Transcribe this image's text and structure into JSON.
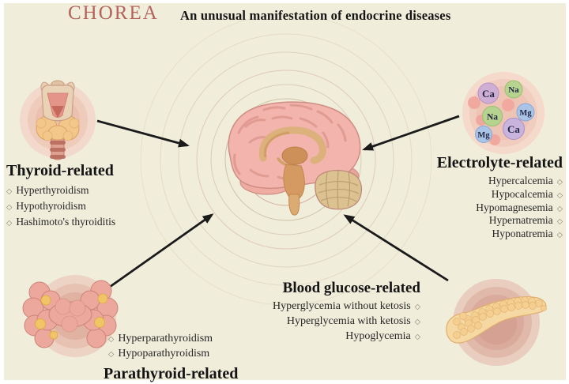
{
  "header": {
    "title": "CHOREA",
    "subtitle": "An unusual manifestation of endocrine diseases"
  },
  "bullet": "◇",
  "sections": {
    "thyroid": {
      "heading": "Thyroid-related",
      "items": [
        "Hyperthyroidism",
        "Hypothyroidism",
        "Hashimoto's thyroiditis"
      ]
    },
    "electrolyte": {
      "heading": "Electrolyte-related",
      "items": [
        "Hypercalcemia",
        "Hypocalcemia",
        "Hypomagnesemia",
        "Hypernatremia",
        "Hyponatremia"
      ]
    },
    "blood_glucose": {
      "heading": "Blood glucose-related",
      "items": [
        "Hyperglycemia without ketosis",
        "Hyperglycemia with ketosis",
        "Hypoglycemia"
      ]
    },
    "parathyroid": {
      "heading": "Parathyroid-related",
      "items": [
        "Hyperparathyroidism",
        "Hypoparathyroidism"
      ]
    }
  },
  "illustrations": {
    "center": "sagittal-brain",
    "top_left": "thyroid-larynx",
    "bottom_left": "parathyroid-glands",
    "bottom_right": "pancreas",
    "electrolytes": {
      "name": "electrolyte-ions",
      "ions": [
        {
          "label": "Ca",
          "color": "#cfaed6"
        },
        {
          "label": "Na",
          "color": "#b6d48f"
        },
        {
          "label": "Na",
          "color": "#b6d48f"
        },
        {
          "label": "Mg",
          "color": "#aac4e7"
        },
        {
          "label": "Ca",
          "color": "#c9b4dd"
        },
        {
          "label": "Mg",
          "color": "#aac4e7"
        }
      ]
    }
  },
  "colors": {
    "background": "#f0eddb",
    "frame": "#ffffff",
    "title_accent": "#b4635b",
    "text": "#1c1c1c",
    "arrow": "#1a1a1a",
    "brain_pink": "#f2b4ac",
    "gland_orange": "#f3c78a"
  }
}
